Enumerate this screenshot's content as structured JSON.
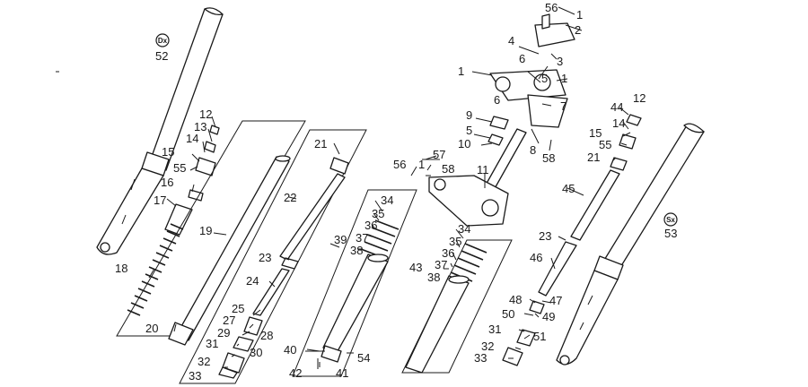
{
  "diagram": {
    "badges": {
      "right_hand": "Dx",
      "left_hand": "Sx"
    },
    "callouts": [
      "1",
      "2",
      "3",
      "4",
      "5",
      "6",
      "7",
      "8",
      "9",
      "10",
      "11",
      "12",
      "13",
      "14",
      "15",
      "16",
      "17",
      "18",
      "19",
      "20",
      "21",
      "22",
      "23",
      "24",
      "25",
      "27",
      "28",
      "29",
      "30",
      "31",
      "32",
      "33",
      "34",
      "35",
      "36",
      "37",
      "38",
      "39",
      "40",
      "41",
      "42",
      "43",
      "44",
      "45",
      "46",
      "47",
      "48",
      "49",
      "50",
      "51",
      "52",
      "53",
      "54",
      "55",
      "56",
      "57",
      "58"
    ]
  }
}
